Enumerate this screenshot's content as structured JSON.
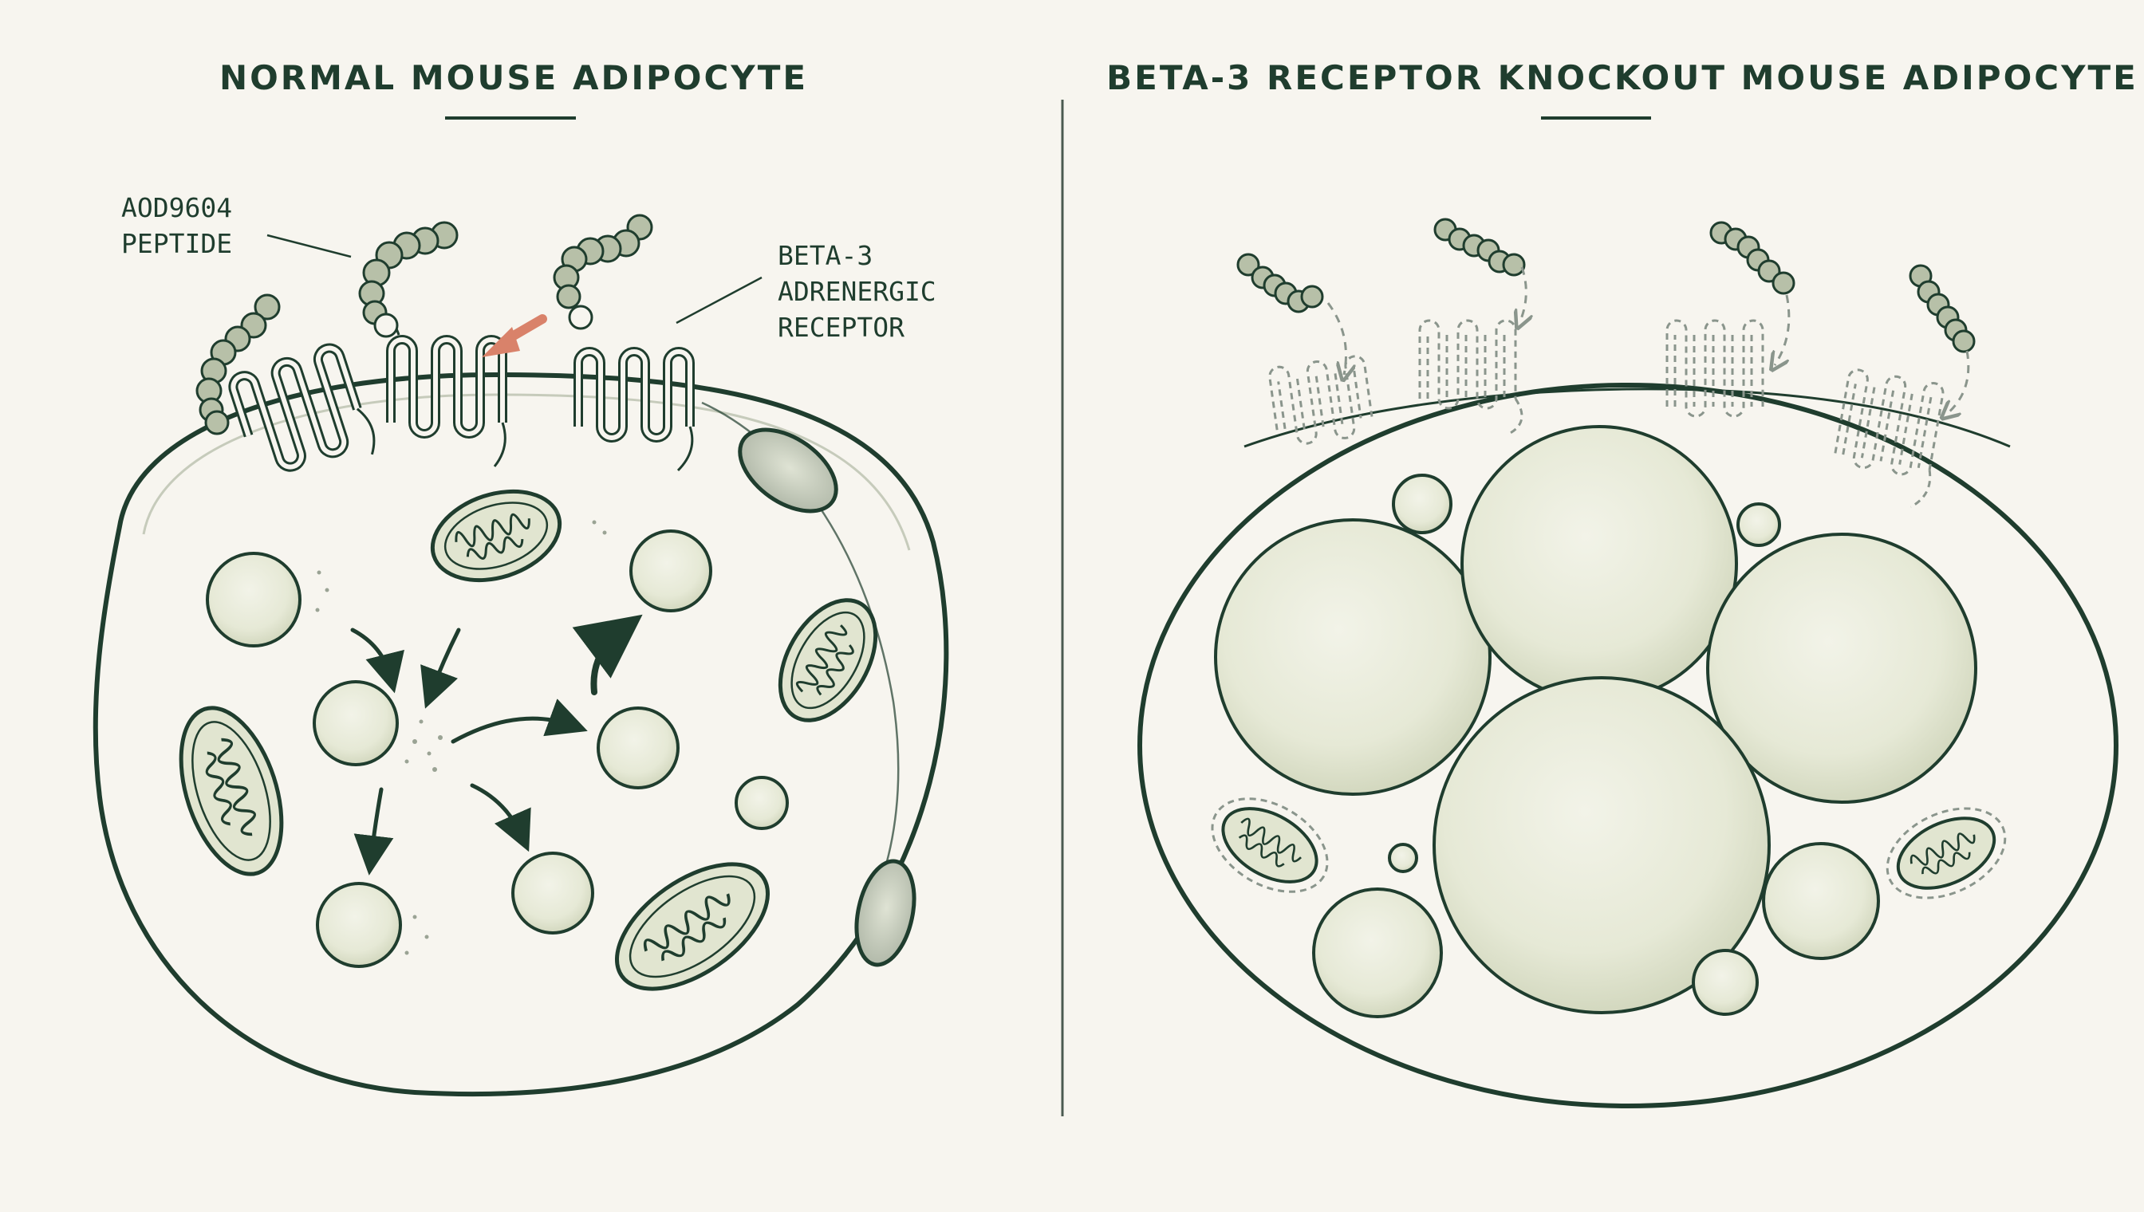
{
  "panels": {
    "left": {
      "title": "NORMAL MOUSE ADIPOCYTE",
      "labels": {
        "peptide_line1": "AOD9604",
        "peptide_line2": "PEPTIDE",
        "receptor_line1": "BETA-3",
        "receptor_line2": "ADRENERGIC",
        "receptor_line3": "RECEPTOR"
      }
    },
    "right": {
      "title": "BETA-3 RECEPTOR KNOCKOUT MOUSE ADIPOCYTE"
    }
  },
  "colors": {
    "background": "#f7f5ef",
    "outline": "#1f3d2e",
    "droplet_fill": "#e6e9d6",
    "mitochondria_fill": "#e1e5d0",
    "pointer_arrow": "#d9826a",
    "dashed": "#8a958c"
  }
}
